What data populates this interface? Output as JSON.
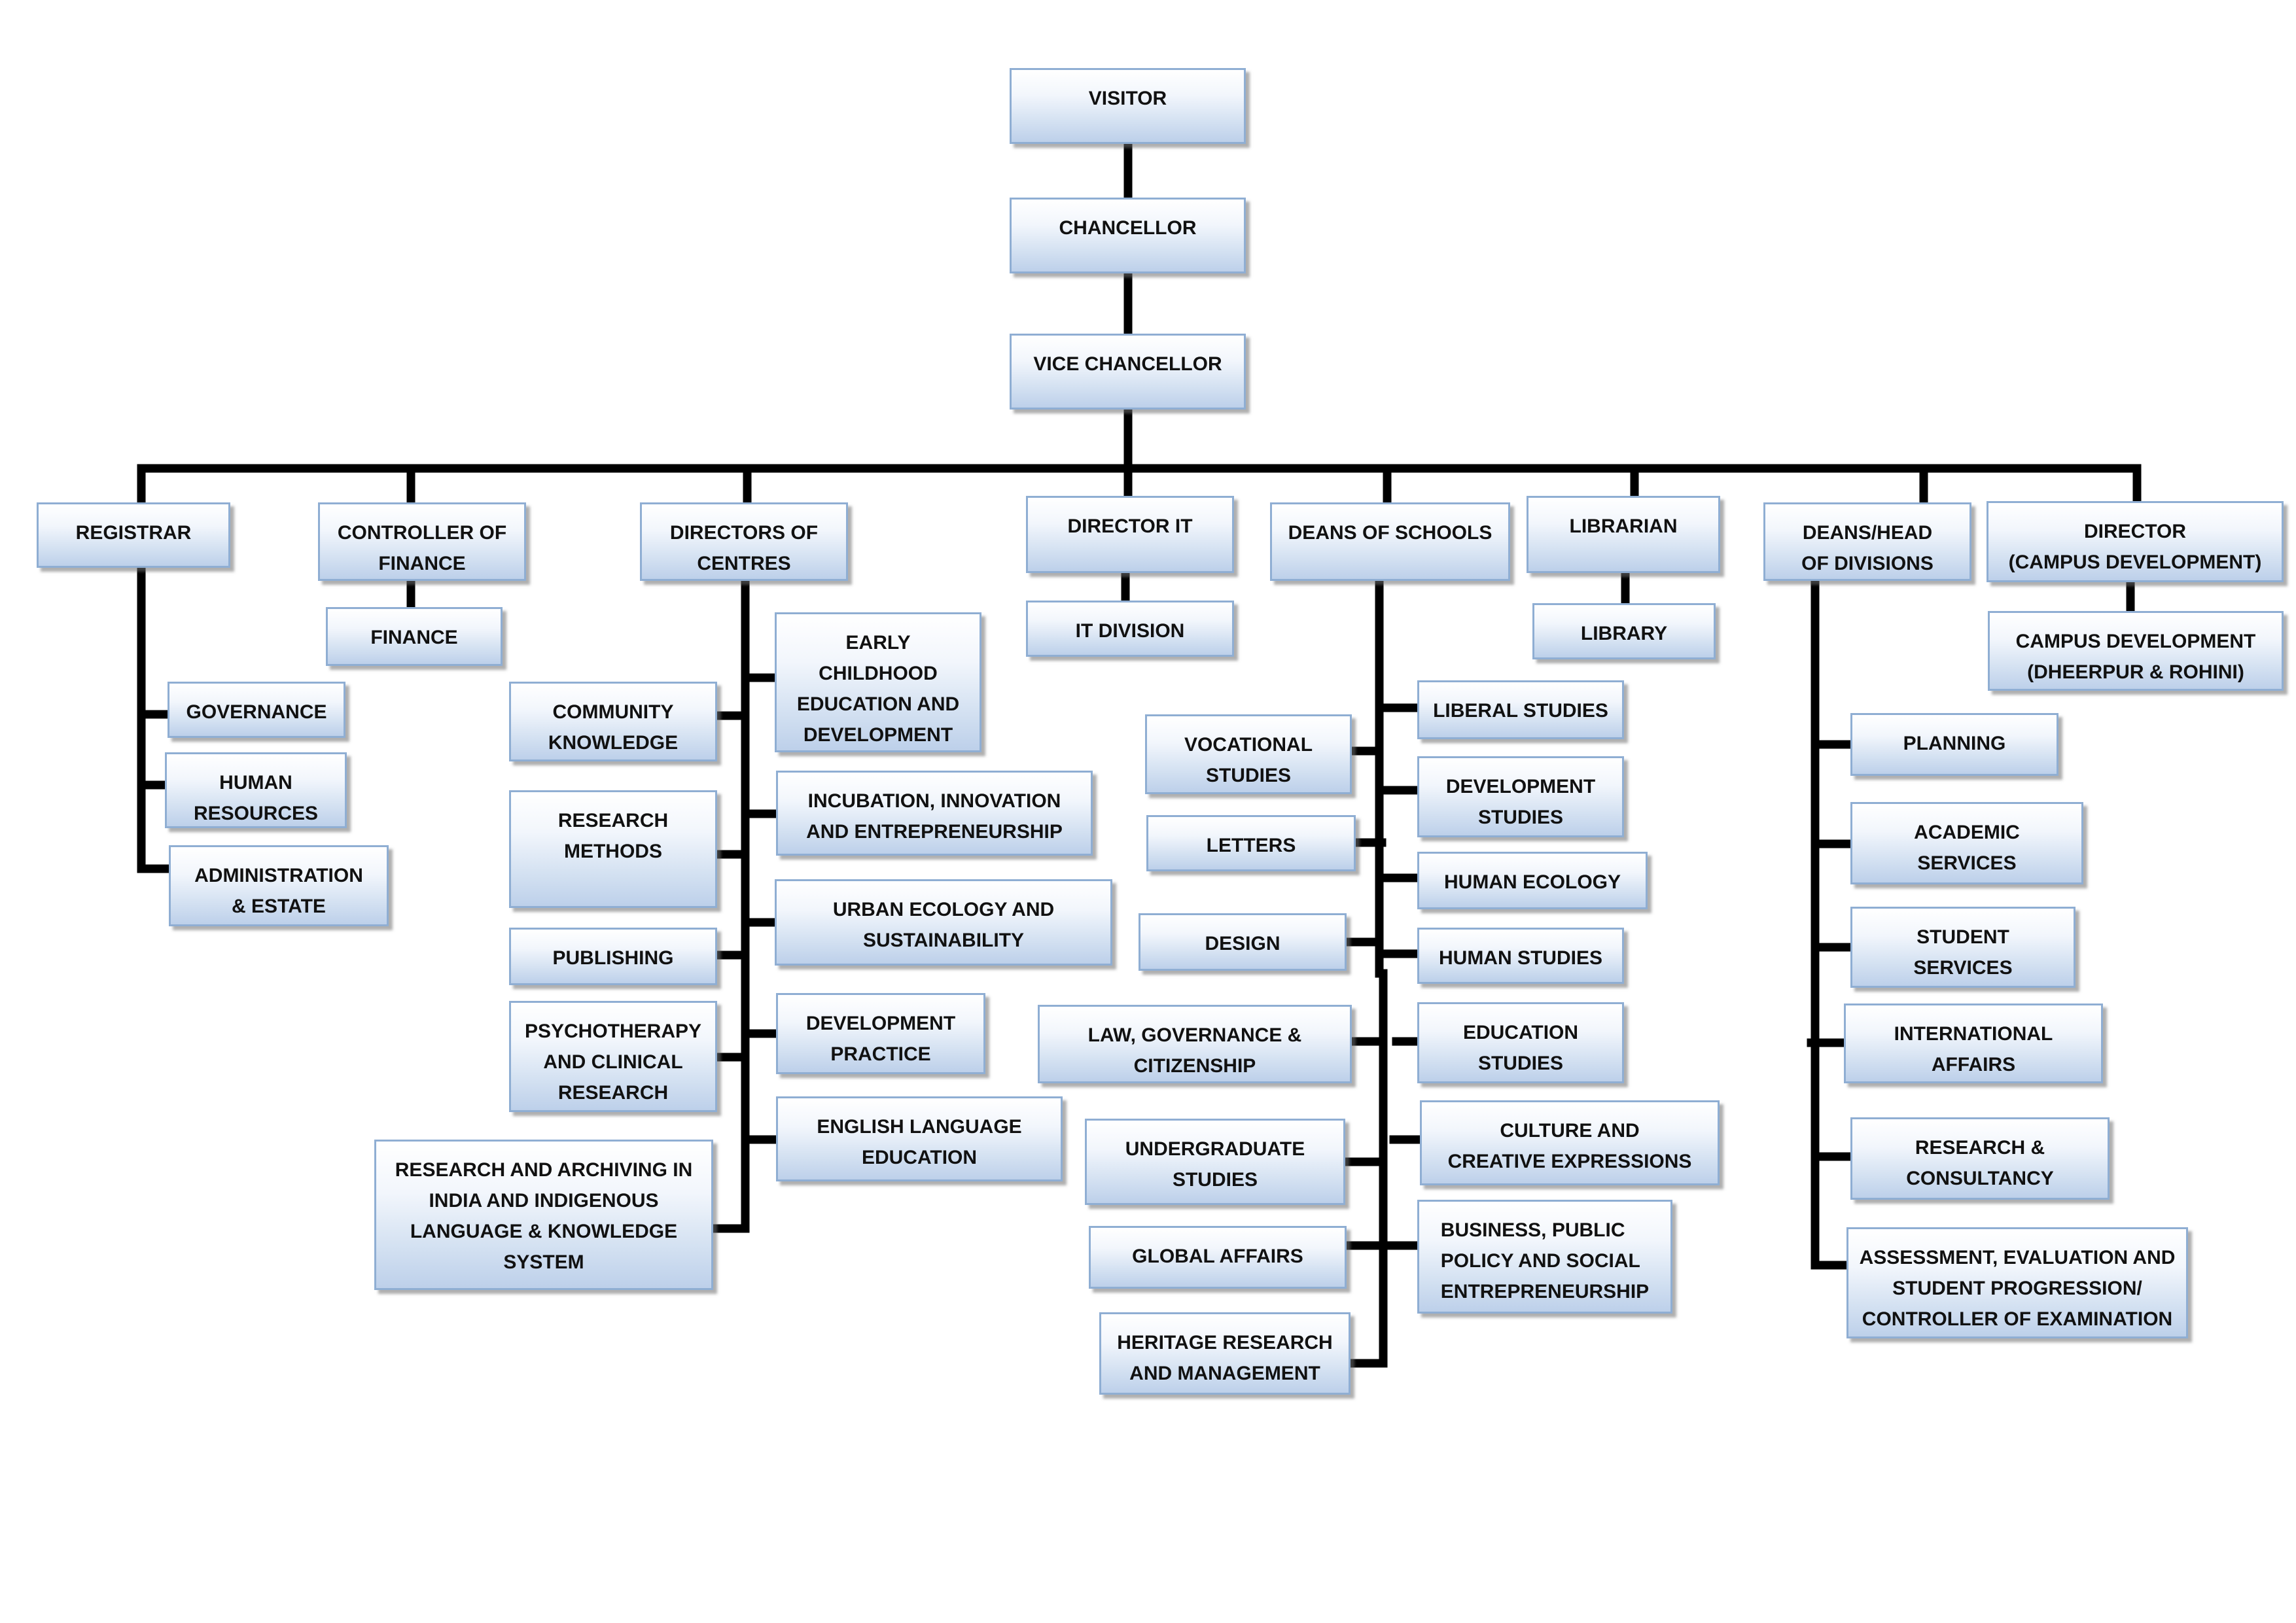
{
  "chart": {
    "visitor": "VISITOR",
    "chancellor": "CHANCELLOR",
    "vice_chancellor": "VICE CHANCELLOR",
    "registrar": "REGISTRAR",
    "controller_of_finance": "CONTROLLER OF\nFINANCE",
    "directors_of_centres": "DIRECTORS OF\nCENTRES",
    "director_it": "DIRECTOR IT",
    "deans_of_schools": "DEANS OF SCHOOLS",
    "librarian": "LIBRARIAN",
    "deans_head_of_divisions": "DEANS/HEAD\nOF DIVISIONS",
    "director_campus_development": "DIRECTOR\n(CAMPUS DEVELOPMENT)",
    "finance": "FINANCE",
    "it_division": "IT DIVISION",
    "library": "LIBRARY",
    "campus_development_unit": "CAMPUS DEVELOPMENT\n(DHEERPUR & ROHINI)"
  },
  "registrar_units": {
    "governance": "GOVERNANCE",
    "human_resources": "HUMAN\nRESOURCES",
    "administration_estate": "ADMINISTRATION\n& ESTATE"
  },
  "centres_left": {
    "community_knowledge": "COMMUNITY\nKNOWLEDGE",
    "research_methods": "RESEARCH\nMETHODS",
    "publishing": "PUBLISHING",
    "psychotherapy": "PSYCHOTHERAPY\nAND CLINICAL\nRESEARCH",
    "research_archiving": "RESEARCH AND ARCHIVING IN\nINDIA AND INDIGENOUS\nLANGUAGE & KNOWLEDGE\nSYSTEM"
  },
  "centres_right": {
    "early_childhood": "EARLY\nCHILDHOOD\nEDUCATION AND\nDEVELOPMENT",
    "incubation": "INCUBATION, INNOVATION\nAND ENTREPRENEURSHIP",
    "urban_ecology": "URBAN ECOLOGY AND\nSUSTAINABILITY",
    "development_practice": "DEVELOPMENT\nPRACTICE",
    "english_language": "ENGLISH LANGUAGE\nEDUCATION"
  },
  "schools_left": {
    "vocational": "VOCATIONAL\nSTUDIES",
    "letters": "LETTERS",
    "design": "DESIGN",
    "law_governance": "LAW, GOVERNANCE &\nCITIZENSHIP",
    "undergraduate": "UNDERGRADUATE\nSTUDIES",
    "global_affairs": "GLOBAL AFFAIRS",
    "heritage": "HERITAGE RESEARCH\nAND MANAGEMENT"
  },
  "schools_right": {
    "liberal": "LIBERAL STUDIES",
    "development": "DEVELOPMENT\nSTUDIES",
    "human_ecology": "HUMAN ECOLOGY",
    "human_studies": "HUMAN STUDIES",
    "education": "EDUCATION\nSTUDIES",
    "culture": "CULTURE AND\nCREATIVE EXPRESSIONS",
    "business": "BUSINESS, PUBLIC\nPOLICY AND SOCIAL\nENTREPRENEURSHIP"
  },
  "divisions": {
    "planning": "PLANNING",
    "academic": "ACADEMIC\nSERVICES",
    "student": "STUDENT\nSERVICES",
    "international": "INTERNATIONAL\nAFFAIRS",
    "research_consultancy": "RESEARCH &\nCONSULTANCY",
    "assessment": "ASSESSMENT, EVALUATION AND\nSTUDENT PROGRESSION/\nCONTROLLER OF EXAMINATION"
  }
}
